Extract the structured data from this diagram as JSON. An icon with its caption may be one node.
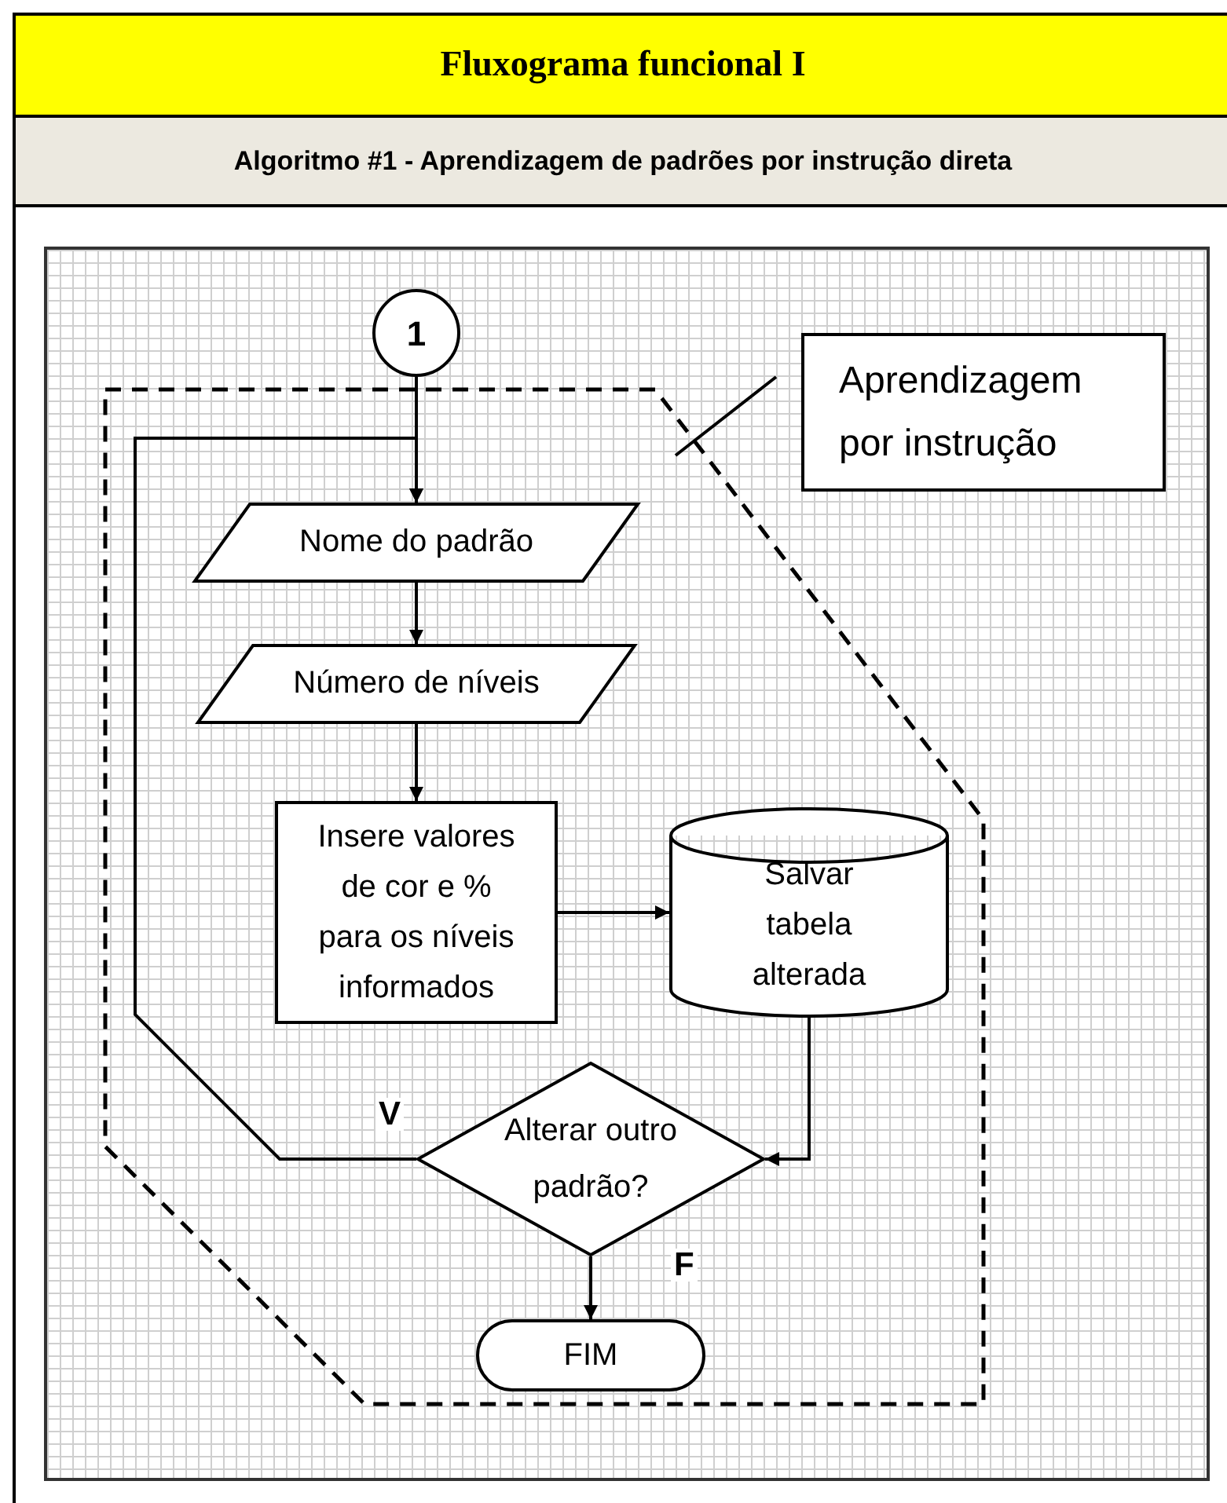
{
  "diagram": {
    "title": "Fluxograma funcional I",
    "nodes": [
      {
        "text": [
          "1"
        ]
      },
      {
        "text": [],
        "shape": "box"
      },
      {
        "text": [
          "Nome do padrão"
        ],
        "in": 1
      },
      {
        "text": [
          "Número de níveis"
        ],
        "in": 1
      },
      {
        "text": [
          "Insere valores de cor e % para os níveis informados"
        ],
        "in": 1
      },
      {
        "text": [
          "Salvar tabela alterada"
        ],
        "in": 1
      },
      {
        "text": [
          "Alterar outro padrão?"
        ],
        "in": 1
      },
      {
        "text": [
          "FIM"
        ],
        "in": 1
      },
      {
        "text": [
          "Aprendizagem por instrução"
        ]
      }
    ],
    "edges": [
      {
        "from": 0,
        "to": 2,
        "arrow": "to"
      },
      {
        "from": 2,
        "to": 3,
        "arrow": "to"
      },
      {
        "from": 3,
        "to": 4,
        "arrow": "to"
      },
      {
        "from": 4,
        "to": 5,
        "arrow": "to"
      },
      {
        "from": 5,
        "to": 6,
        "arrow": "to"
      },
      {
        "from": 6,
        "to": 2,
        "arrow": "to",
        "label": "V"
      },
      {
        "from": 6,
        "to": 7,
        "arrow": "to",
        "label": "F"
      },
      {
        "from": 8,
        "to": 1,
        "arrow": "none"
      }
    ],
    "labels": [
      "Algoritmo #1 - Aprendizagem de padrões por instrução direta"
    ]
  }
}
